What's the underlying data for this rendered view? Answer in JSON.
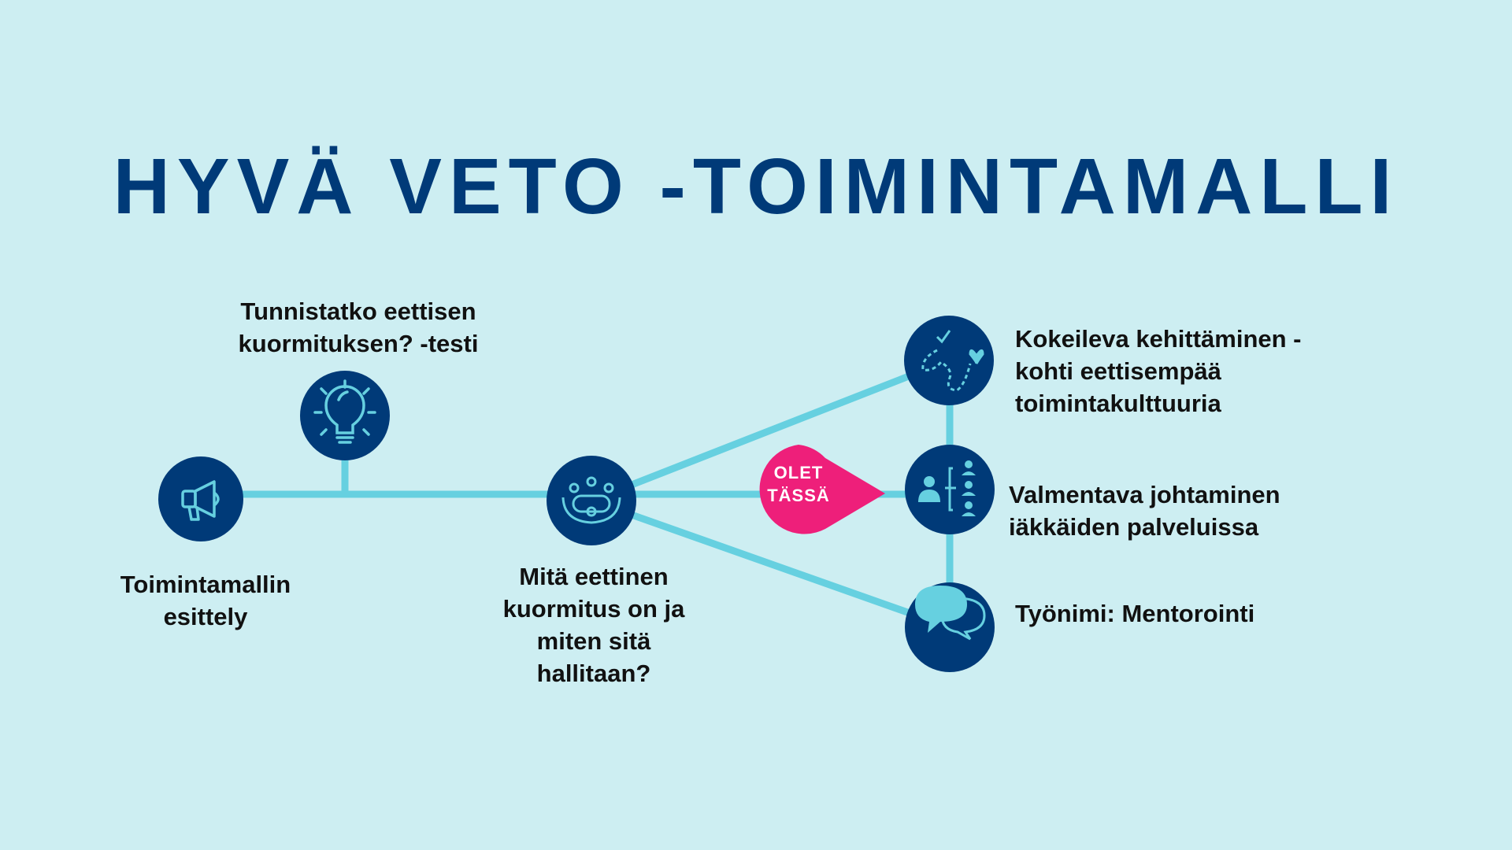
{
  "title": "HYVÄ VETO -TOIMINTAMALLI",
  "colors": {
    "background": "#cdeef2",
    "navy": "#003a78",
    "line": "#66d0e0",
    "accent": "#ee1f7a"
  },
  "you_are_here": {
    "line1": "OLET",
    "line2": "TÄSSÄ"
  },
  "steps": [
    {
      "icon": "megaphone-icon",
      "lines": [
        "Toimintamallin",
        "esittely"
      ]
    },
    {
      "icon": "lightbulb-icon",
      "lines": [
        "Tunnistatko eettisen",
        "kuormituksen? -testi"
      ]
    },
    {
      "icon": "meeting-group-icon",
      "lines": [
        "Mitä eettinen",
        "kuormitus on ja",
        "miten sitä",
        "hallitaan?"
      ]
    },
    {
      "icon": "path-heart-icon",
      "lines": [
        "Kokeileva kehittäminen -",
        "kohti eettisempää",
        "toimintakulttuuria"
      ]
    },
    {
      "icon": "org-chart-icon",
      "lines": [
        "Valmentava johtaminen",
        "iäkkäiden palveluissa"
      ]
    },
    {
      "icon": "speech-bubbles-icon",
      "lines": [
        "Työnimi: Mentorointi"
      ]
    }
  ]
}
